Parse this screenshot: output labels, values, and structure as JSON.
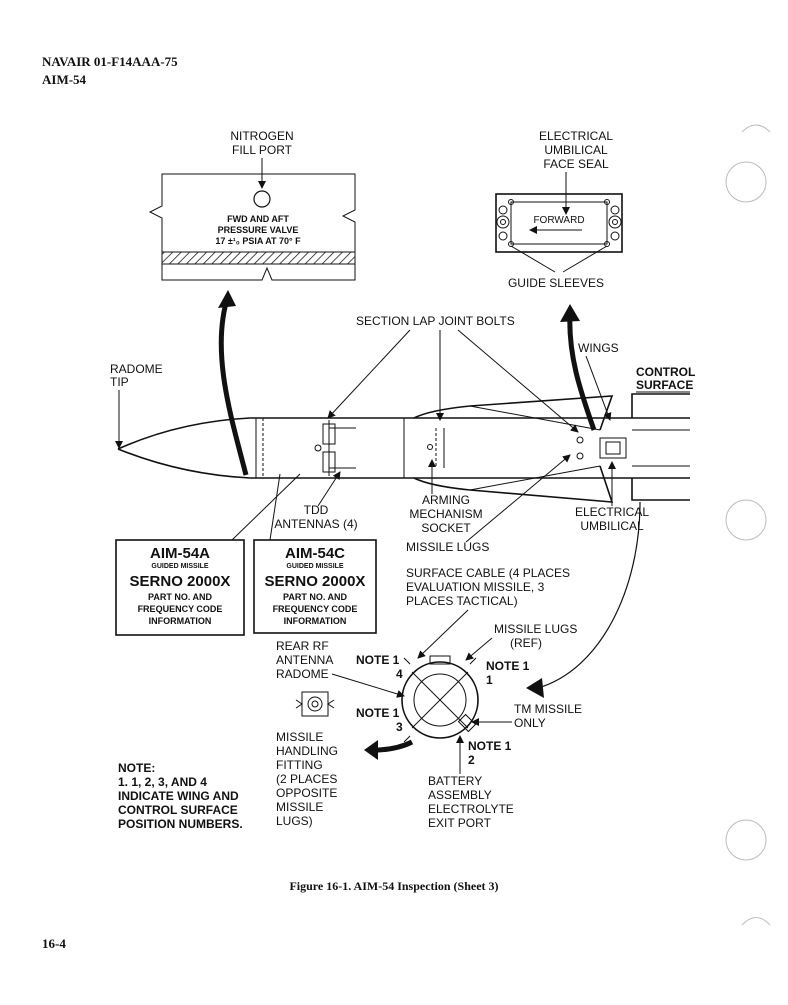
{
  "header": {
    "pub_number": "NAVAIR 01-F14AAA-75",
    "model": "AIM-54"
  },
  "callouts": {
    "nitrogen_fill_port": [
      "NITROGEN",
      "FILL PORT"
    ],
    "pressure_valve": [
      "FWD AND AFT",
      "PRESSURE VALVE",
      "17 ±¹₀ PSIA AT 70° F"
    ],
    "umbilical_face_seal": [
      "ELECTRICAL",
      "UMBILICAL",
      "FACE SEAL"
    ],
    "forward": "FORWARD",
    "guide_sleeves": "GUIDE SLEEVES",
    "section_lap_joint_bolts": "SECTION LAP JOINT BOLTS",
    "wings": "WINGS",
    "control_surface": [
      "CONTROL",
      "SURFACE"
    ],
    "radome_tip": [
      "RADOME",
      "TIP"
    ],
    "tdd_antennas": [
      "TDD",
      "ANTENNAS (4)"
    ],
    "arming_mechanism_socket": [
      "ARMING",
      "MECHANISM",
      "SOCKET"
    ],
    "electrical_umbilical": [
      "ELECTRICAL",
      "UMBILICAL"
    ],
    "missile_lugs": "MISSILE LUGS",
    "surface_cable": [
      "SURFACE CABLE (4 PLACES",
      "EVALUATION MISSILE, 3",
      "PLACES TACTICAL)"
    ],
    "missile_lugs_ref": [
      "MISSILE LUGS",
      "(REF)"
    ],
    "rear_rf_antenna_radome": [
      "REAR RF",
      "ANTENNA",
      "RADOME"
    ],
    "tm_missile_only": [
      "TM MISSILE",
      "ONLY"
    ],
    "missile_handling_fitting": [
      "MISSILE",
      "HANDLING",
      "FITTING",
      "(2 PLACES",
      "OPPOSITE",
      "MISSILE",
      "LUGS)"
    ],
    "battery_exit_port": [
      "BATTERY",
      "ASSEMBLY",
      "ELECTROLYTE",
      "EXIT PORT"
    ]
  },
  "positions": [
    {
      "note": "NOTE 1",
      "num": "4"
    },
    {
      "note": "NOTE 1",
      "num": "1"
    },
    {
      "note": "NOTE 1",
      "num": "3"
    },
    {
      "note": "NOTE 1",
      "num": "2"
    }
  ],
  "plates": [
    {
      "model": "AIM-54A",
      "sub": "GUIDED MISSILE",
      "serno": "SERNO 2000X",
      "info": [
        "PART NO. AND",
        "FREQUENCY CODE",
        "INFORMATION"
      ]
    },
    {
      "model": "AIM-54C",
      "sub": "GUIDED MISSILE",
      "serno": "SERNO 2000X",
      "info": [
        "PART NO. AND",
        "FREQUENCY CODE",
        "INFORMATION"
      ]
    }
  ],
  "note": [
    "NOTE:",
    "1. 1, 2, 3, AND 4",
    "INDICATE WING AND",
    "CONTROL SURFACE",
    "POSITION NUMBERS."
  ],
  "figure_caption": "Figure 16-1.  AIM-54 Inspection (Sheet 3)",
  "page_number": "16-4"
}
